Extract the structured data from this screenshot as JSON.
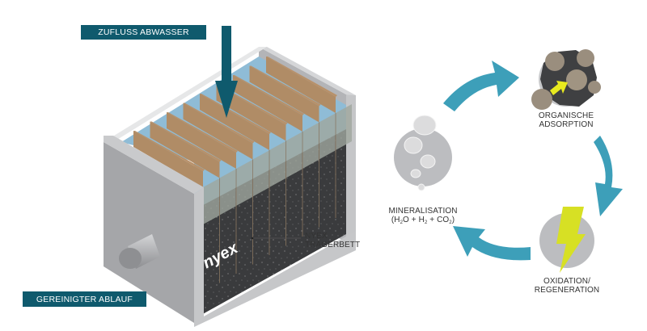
{
  "labels": {
    "inflow": "ZUFLUSS ABWASSER",
    "outflow": "GEREINIGTER ABLAUF",
    "carrier_bed_line1": "NYEX",
    "carrier_bed_line2": "TRÄGERBETT",
    "brand_logo": "nyex"
  },
  "cycle": {
    "steps": [
      {
        "id": "adsorption",
        "line1": "ORGANISCHE",
        "line2": "ADSORPTION",
        "icon": "adsorption-particle-icon"
      },
      {
        "id": "oxidation",
        "line1": "OXIDATION/",
        "line2": "REGENERATION",
        "icon": "lightning-icon"
      },
      {
        "id": "mineralisation",
        "line1": "MINERALISATION",
        "formula_parts": [
          "(H",
          "2",
          "O + H",
          "2",
          " + CO",
          "2",
          ")"
        ],
        "icon": "bubbles-icon"
      }
    ]
  },
  "colors": {
    "label_bg": "#0f5a6d",
    "cycle_arrow": "#3d9fb9",
    "tank_gray": "#a5a6a9",
    "bed_dark": "#3a3b3d",
    "plate_brown": "#b8916a",
    "water_blue": "#8fbcd6",
    "bolt_yellow": "#d7e024",
    "circle_gray": "#bcbdc0"
  }
}
